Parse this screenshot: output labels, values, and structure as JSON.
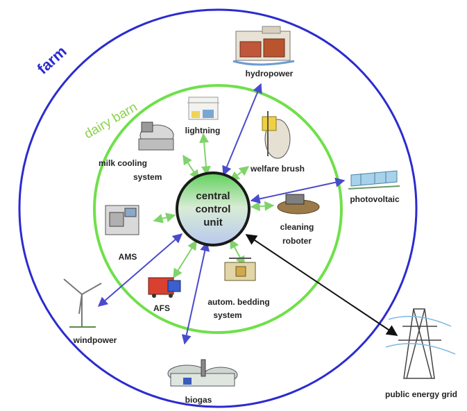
{
  "diagram": {
    "outer_ring_label": "farm",
    "inner_ring_label": "dairy barn",
    "center": {
      "line1": "central",
      "line2": "control",
      "line3": "unit"
    },
    "nodes": {
      "hydropower": "hydropower",
      "lightning": "lightning",
      "milk_cooling_1": "milk cooling",
      "milk_cooling_2": "system",
      "welfare_brush": "welfare brush",
      "photovoltaic": "photovoltaic",
      "cleaning_1": "cleaning",
      "cleaning_2": "roboter",
      "ams": "AMS",
      "afs": "AFS",
      "bedding_1": "autom. bedding",
      "bedding_2": "system",
      "windpower": "windpower",
      "biogas": "biogas",
      "grid": "public energy grid"
    },
    "colors": {
      "farm_ring": "#2b2bd0",
      "barn_ring": "#6fe04a",
      "energy_arrow": "#4a4acc",
      "barn_arrow": "#7fd36a",
      "grid_arrow": "#111111",
      "center_top": "#5fd05a",
      "center_bottom": "#b8c8ee"
    }
  }
}
